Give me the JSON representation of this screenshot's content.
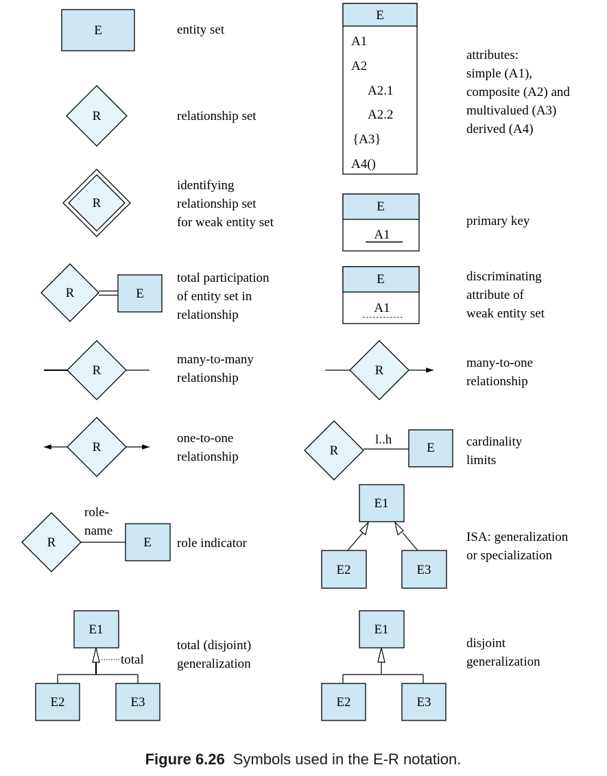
{
  "symbols": {
    "entity": "E",
    "relationship": "R",
    "e1": "E1",
    "e2": "E2",
    "e3": "E3",
    "range": "l..h",
    "role_line1": "role-",
    "role_line2": "name",
    "total": "total"
  },
  "attributes_box": {
    "header": "E",
    "rows": [
      "A1",
      "A2",
      "A2.1",
      "A2.2",
      "{A3}",
      "A4()"
    ]
  },
  "key_attr": "A1",
  "descriptions": {
    "entity_set": "entity set",
    "relationship_set": "relationship set",
    "identifying": [
      "identifying",
      "relationship set",
      "for weak entity set"
    ],
    "total_participation": [
      "total participation",
      "of entity set in",
      "relationship"
    ],
    "many_to_many": [
      "many-to-many",
      "relationship"
    ],
    "one_to_one": [
      "one-to-one",
      "relationship"
    ],
    "role_indicator": "role indicator",
    "total_generalization": [
      "total (disjoint)",
      "generalization"
    ],
    "attributes": [
      "attributes:",
      "simple (A1),",
      "composite (A2) and",
      "multivalued (A3)",
      "derived (A4)"
    ],
    "primary_key": "primary key",
    "discriminating": [
      "discriminating",
      "attribute of",
      "weak entity set"
    ],
    "many_to_one": [
      "many-to-one",
      "relationship"
    ],
    "cardinality": [
      "cardinality",
      "limits"
    ],
    "isa": [
      "ISA: generalization",
      "or specialization"
    ],
    "disjoint_generalization": [
      "disjoint",
      "generalization"
    ]
  },
  "caption": {
    "label": "Figure 6.26",
    "text": "Symbols used in the E-R notation."
  },
  "colors": {
    "entity_fill": "#cde8f3",
    "relationship_fill": "#e6f4fa"
  }
}
